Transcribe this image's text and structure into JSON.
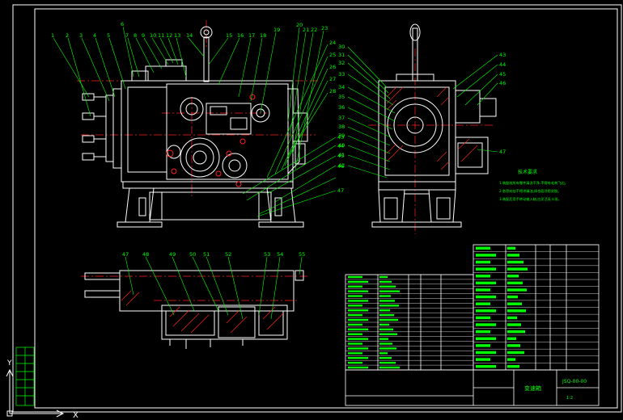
{
  "colors": {
    "background": "#000000",
    "frame": "#ffffff",
    "part": "#ffffff",
    "leader": "#00ff00",
    "center_line": "#ff2020",
    "hatch": "#ff2020",
    "table_text": "#00ff00",
    "dimension": "#00ffff"
  },
  "balloons_top": [
    "1",
    "2",
    "3",
    "4",
    "5",
    "6",
    "7",
    "8",
    "9",
    "10",
    "11",
    "12",
    "13",
    "14",
    "15",
    "16",
    "17",
    "18",
    "19",
    "20",
    "21",
    "22",
    "23",
    "24",
    "25",
    "26",
    "27",
    "28"
  ],
  "balloons_side_left": [
    "30",
    "31",
    "32",
    "33",
    "34",
    "35",
    "36",
    "37",
    "38",
    "39",
    "40",
    "41",
    "42"
  ],
  "balloons_side_right": [
    "43",
    "44",
    "45",
    "46",
    "47"
  ],
  "balloons_bottom": [
    "47",
    "48",
    "49",
    "50",
    "51",
    "52",
    "53",
    "54",
    "55"
  ],
  "tech_notes": {
    "heading": "技术要求",
    "lines": [
      "1.装配前所有零件清洗干净,不得有毛刺飞边。",
      "2.各密封处不得渗漏油,接合面涂密封胶。",
      "3.装配后用手转动输入轴,应灵活无卡滞。"
    ]
  },
  "title_block": {
    "drawing_no": "JSQ-00-00",
    "name": "变速箱",
    "scale": "1:2"
  },
  "parts_list_left": {
    "rows": 20
  },
  "parts_list_right": {
    "rows": 18
  },
  "ucs": {
    "x_label": "X",
    "y_label": "Y"
  }
}
